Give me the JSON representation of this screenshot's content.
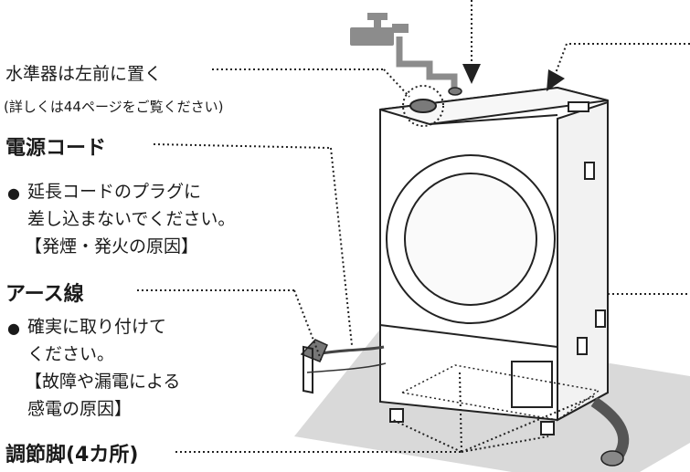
{
  "level": {
    "title": "水準器は左前に置く",
    "subtitle": "(詳しくは44ページをご覧ください)"
  },
  "power_cord": {
    "heading": "電源コード",
    "bullet": "●",
    "lines": [
      "延長コードのプラグに",
      "差し込まないでください。",
      "【発煙・発火の原因】"
    ]
  },
  "ground_wire": {
    "heading": "アース線",
    "bullet": "●",
    "lines": [
      "確実に取り付けて",
      "ください。",
      "【故障や漏電による",
      "感電の原因】"
    ]
  },
  "feet": {
    "heading": "調節脚(4カ所)"
  }
}
